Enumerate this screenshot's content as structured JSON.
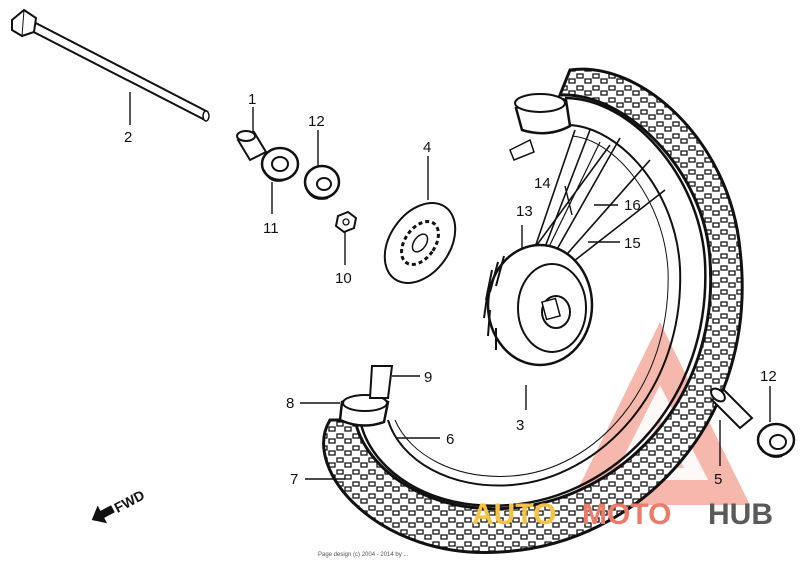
{
  "labels": {
    "p1": "1",
    "p2": "2",
    "p3": "3",
    "p4": "4",
    "p5": "5",
    "p6": "6",
    "p7": "7",
    "p8": "8",
    "p9": "9",
    "p10": "10",
    "p11": "11",
    "p12a": "12",
    "p12b": "12",
    "p13": "13",
    "p14": "14",
    "p15": "15",
    "p16": "16"
  },
  "fwd_label": "FWD",
  "watermark": {
    "auto": "AUTO",
    "moto": "MOTO",
    "hub": "HUB"
  },
  "copyright": "Page design (c) 2004 - 2014 by ...",
  "colors": {
    "line": "#111111",
    "watermark_red": "#ee7b6a",
    "watermark_yellow": "#f5c242",
    "watermark_gray": "#5a5a5a"
  }
}
